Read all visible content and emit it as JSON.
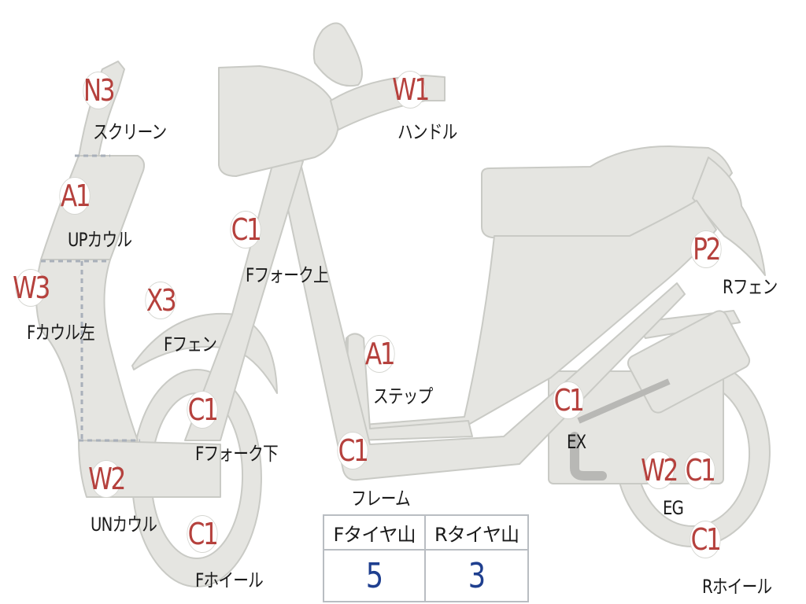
{
  "colors": {
    "part_fill": "#e5e5e1",
    "part_stroke": "#c9cac5",
    "code_text": "#b5413d",
    "value_text": "#1f3f8f"
  },
  "parts": [
    {
      "code": "N3",
      "name": "スクリーン"
    },
    {
      "code": "A1",
      "name": "UPカウル"
    },
    {
      "code": "W3",
      "name": "Fカウル左"
    },
    {
      "code": "W2",
      "name": "UNカウル"
    },
    {
      "code": "C1",
      "name": "Fフォーク上"
    },
    {
      "code": "X3",
      "name": "Fフェン"
    },
    {
      "code": "C1",
      "name": "Fフォーク下"
    },
    {
      "code": "C1",
      "name": "Fホイール"
    },
    {
      "code": "W1",
      "name": "ハンドル"
    },
    {
      "code": "A1",
      "name": "ステップ"
    },
    {
      "code": "C1",
      "name": "フレーム"
    },
    {
      "code": "C1",
      "name": "EX"
    },
    {
      "code": "W2",
      "name": ""
    },
    {
      "code": "C1",
      "name": "EG"
    },
    {
      "code": "C1",
      "name": "Rホイール"
    },
    {
      "code": "P2",
      "name": "Rフェン"
    }
  ],
  "tire_table": {
    "headers": [
      "Fタイヤ山",
      "Rタイヤ山"
    ],
    "values": [
      "5",
      "3"
    ]
  }
}
